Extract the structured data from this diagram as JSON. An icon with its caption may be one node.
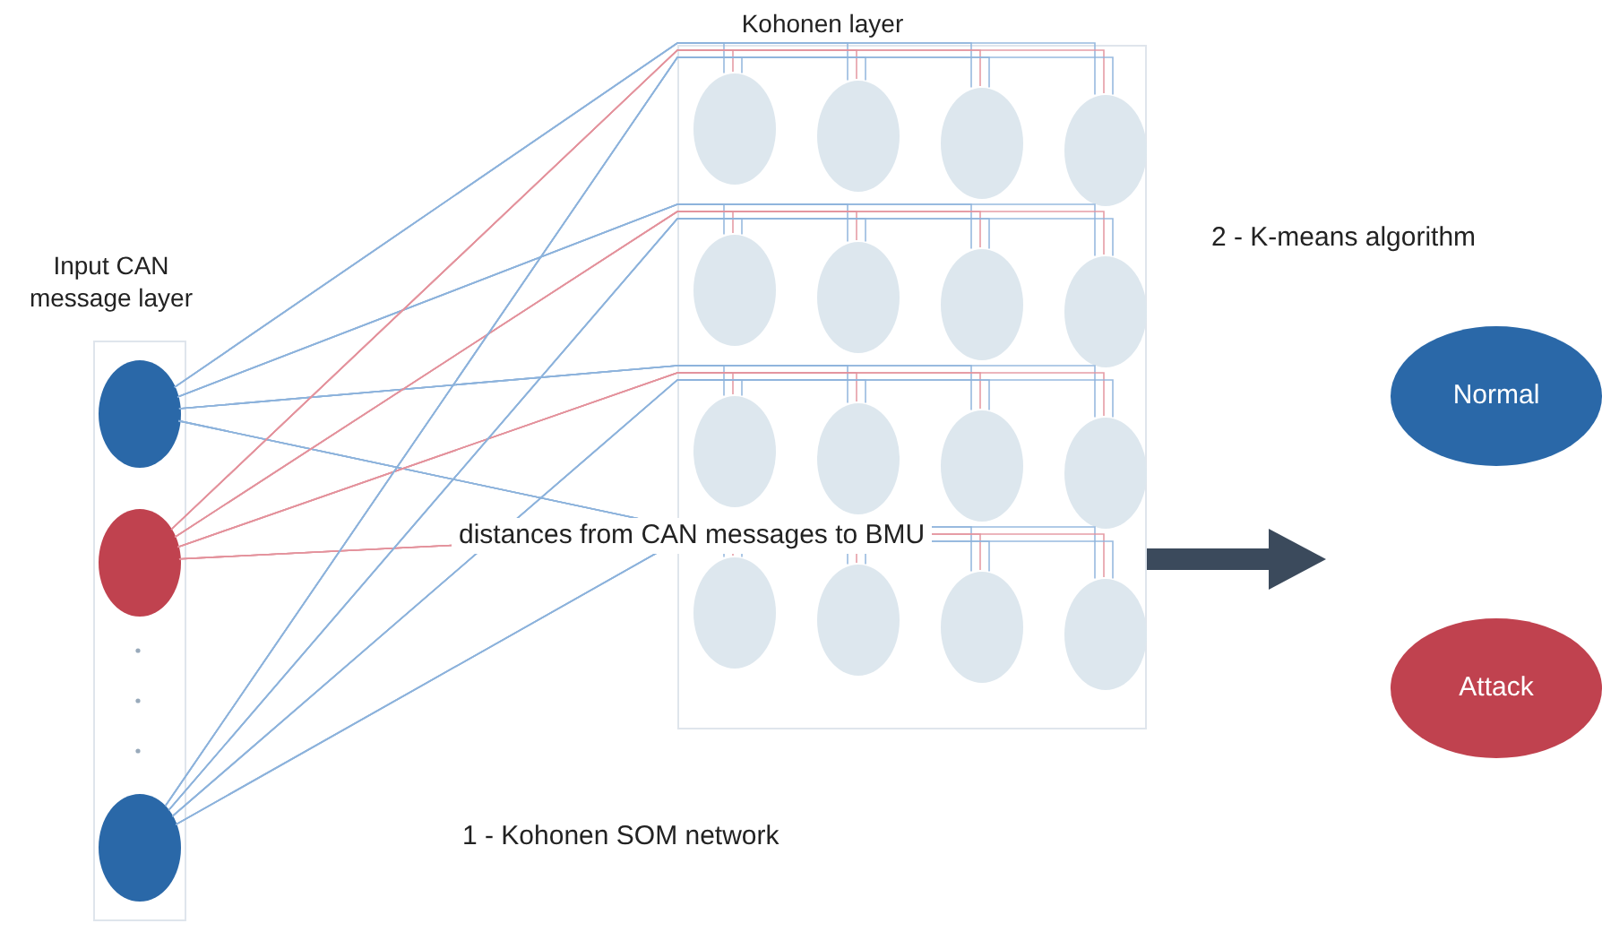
{
  "diagram": {
    "nodes": [
      {
        "text": [
          "Input CAN message layer"
        ]
      },
      {
        "text": [],
        "shape": "circle",
        "in": 0
      },
      {
        "text": [],
        "shape": "circle",
        "in": 0
      },
      {
        "text": [],
        "shape": "circle",
        "in": 0
      },
      {
        "text": [
          "Kohonen layer"
        ]
      },
      {
        "text": [],
        "shape": "circle",
        "in": 4
      },
      {
        "text": [],
        "shape": "circle",
        "in": 4
      },
      {
        "text": [],
        "shape": "circle",
        "in": 4
      },
      {
        "text": [],
        "shape": "circle",
        "in": 4
      },
      {
        "text": [],
        "shape": "circle",
        "in": 4
      },
      {
        "text": [],
        "shape": "circle",
        "in": 4
      },
      {
        "text": [],
        "shape": "circle",
        "in": 4
      },
      {
        "text": [],
        "shape": "circle",
        "in": 4
      },
      {
        "text": [],
        "shape": "circle",
        "in": 4
      },
      {
        "text": [],
        "shape": "circle",
        "in": 4
      },
      {
        "text": [],
        "shape": "circle",
        "in": 4
      },
      {
        "text": [],
        "shape": "circle",
        "in": 4
      },
      {
        "text": [],
        "shape": "circle",
        "in": 4
      },
      {
        "text": [],
        "shape": "circle",
        "in": 4
      },
      {
        "text": [],
        "shape": "circle",
        "in": 4
      },
      {
        "text": [],
        "shape": "circle",
        "in": 4
      },
      {
        "text": [
          "Normal"
        ]
      },
      {
        "text": [
          "Attack"
        ]
      }
    ],
    "edges": [
      {
        "from": 1,
        "to": 5,
        "arrow": "none"
      },
      {
        "from": 1,
        "to": 6,
        "arrow": "none"
      },
      {
        "from": 1,
        "to": 7,
        "arrow": "none"
      },
      {
        "from": 1,
        "to": 8,
        "arrow": "none"
      },
      {
        "from": 1,
        "to": 9,
        "arrow": "none"
      },
      {
        "from": 1,
        "to": 10,
        "arrow": "none"
      },
      {
        "from": 1,
        "to": 11,
        "arrow": "none"
      },
      {
        "from": 1,
        "to": 12,
        "arrow": "none"
      },
      {
        "from": 1,
        "to": 13,
        "arrow": "none"
      },
      {
        "from": 1,
        "to": 14,
        "arrow": "none"
      },
      {
        "from": 1,
        "to": 15,
        "arrow": "none"
      },
      {
        "from": 1,
        "to": 16,
        "arrow": "none"
      },
      {
        "from": 1,
        "to": 17,
        "arrow": "none"
      },
      {
        "from": 1,
        "to": 18,
        "arrow": "none"
      },
      {
        "from": 1,
        "to": 19,
        "arrow": "none"
      },
      {
        "from": 1,
        "to": 20,
        "arrow": "none"
      },
      {
        "from": 2,
        "to": 5,
        "arrow": "none",
        "color": "#e3929c"
      },
      {
        "from": 2,
        "to": 6,
        "arrow": "none",
        "color": "#e3929c"
      },
      {
        "from": 2,
        "to": 7,
        "arrow": "none",
        "color": "#e3929c"
      },
      {
        "from": 2,
        "to": 8,
        "arrow": "none",
        "color": "#e3929c"
      },
      {
        "from": 2,
        "to": 9,
        "arrow": "none",
        "color": "#e3929c"
      },
      {
        "from": 2,
        "to": 10,
        "arrow": "none",
        "color": "#e3929c"
      },
      {
        "from": 2,
        "to": 11,
        "arrow": "none",
        "color": "#e3929c"
      },
      {
        "from": 2,
        "to": 12,
        "arrow": "none",
        "color": "#e3929c"
      },
      {
        "from": 2,
        "to": 13,
        "arrow": "none",
        "color": "#e3929c"
      },
      {
        "from": 2,
        "to": 14,
        "arrow": "none",
        "color": "#e3929c"
      },
      {
        "from": 2,
        "to": 15,
        "arrow": "none",
        "color": "#e3929c"
      },
      {
        "from": 2,
        "to": 16,
        "arrow": "none",
        "color": "#e3929c"
      },
      {
        "from": 2,
        "to": 17,
        "arrow": "none",
        "color": "#e3929c"
      },
      {
        "from": 2,
        "to": 18,
        "arrow": "none",
        "color": "#e3929c"
      },
      {
        "from": 2,
        "to": 19,
        "arrow": "none",
        "color": "#e3929c"
      },
      {
        "from": 2,
        "to": 20,
        "arrow": "none",
        "color": "#e3929c"
      },
      {
        "from": 3,
        "to": 5,
        "arrow": "none"
      },
      {
        "from": 3,
        "to": 6,
        "arrow": "none"
      },
      {
        "from": 3,
        "to": 7,
        "arrow": "none"
      },
      {
        "from": 3,
        "to": 8,
        "arrow": "none"
      },
      {
        "from": 3,
        "to": 9,
        "arrow": "none"
      },
      {
        "from": 3,
        "to": 10,
        "arrow": "none"
      },
      {
        "from": 3,
        "to": 11,
        "arrow": "none"
      },
      {
        "from": 3,
        "to": 12,
        "arrow": "none"
      },
      {
        "from": 3,
        "to": 13,
        "arrow": "none"
      },
      {
        "from": 3,
        "to": 14,
        "arrow": "none"
      },
      {
        "from": 3,
        "to": 15,
        "arrow": "none"
      },
      {
        "from": 3,
        "to": 16,
        "arrow": "none"
      },
      {
        "from": 3,
        "to": 17,
        "arrow": "none"
      },
      {
        "from": 3,
        "to": 18,
        "arrow": "none"
      },
      {
        "from": 3,
        "to": 19,
        "arrow": "none"
      },
      {
        "from": 3,
        "to": 20,
        "arrow": "none"
      },
      {
        "from": 4,
        "to": null,
        "arrow": "to",
        "style": "thick",
        "color": "#3b4a5c"
      }
    ],
    "labels": [
      "distances from CAN messages to BMU",
      "2 - K-means algorithm",
      "1 - Kohonen SOM network"
    ]
  }
}
